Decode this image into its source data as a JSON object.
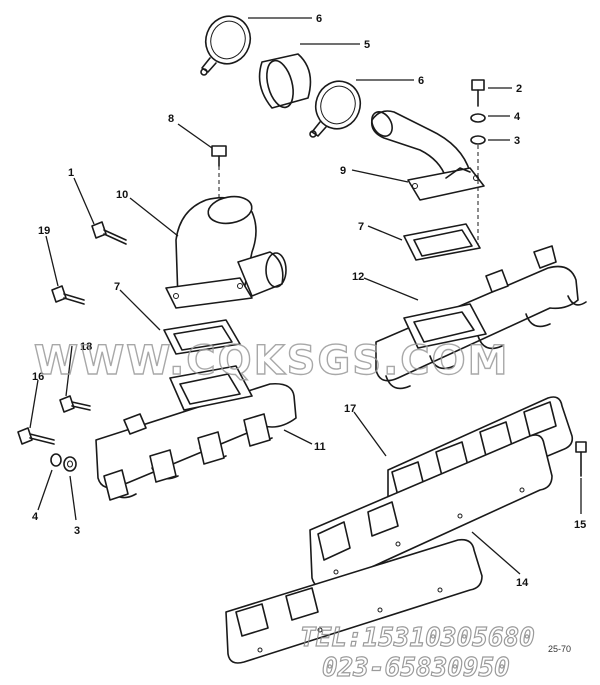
{
  "callouts": [
    {
      "id": "c6a",
      "text": "6"
    },
    {
      "id": "c5",
      "text": "5"
    },
    {
      "id": "c6b",
      "text": "6"
    },
    {
      "id": "c2",
      "text": "2"
    },
    {
      "id": "c4a",
      "text": "4"
    },
    {
      "id": "c3a",
      "text": "3"
    },
    {
      "id": "c8",
      "text": "8"
    },
    {
      "id": "c9",
      "text": "9"
    },
    {
      "id": "c1",
      "text": "1"
    },
    {
      "id": "c10",
      "text": "10"
    },
    {
      "id": "c7a",
      "text": "7"
    },
    {
      "id": "c19",
      "text": "19"
    },
    {
      "id": "c12",
      "text": "12"
    },
    {
      "id": "c7b",
      "text": "7"
    },
    {
      "id": "c18",
      "text": "18"
    },
    {
      "id": "c16",
      "text": "16"
    },
    {
      "id": "c11",
      "text": "11"
    },
    {
      "id": "c17",
      "text": "17"
    },
    {
      "id": "c4b",
      "text": "4"
    },
    {
      "id": "c3b",
      "text": "3"
    },
    {
      "id": "c15",
      "text": "15"
    },
    {
      "id": "c14",
      "text": "14"
    }
  ],
  "watermark": "WWW.CQKSGS.COM",
  "contact": {
    "tel": "TEL:15310305680",
    "phone": "023-65830950"
  },
  "drawing_code": "25-70"
}
